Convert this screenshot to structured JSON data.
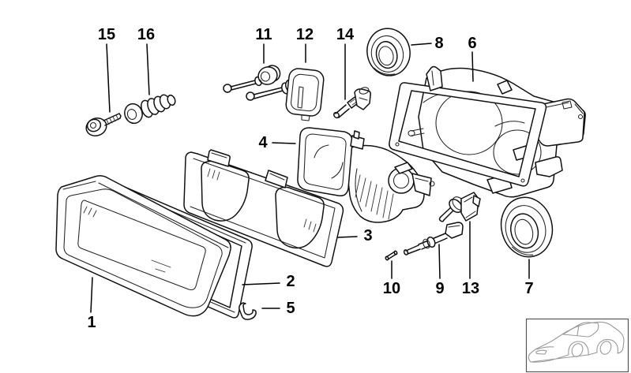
{
  "colors": {
    "background": "#ffffff",
    "line_art": "#111111",
    "leader_line": "#000000",
    "thumbnail_line": "#9a9a9a",
    "thumbnail_border": "#555555"
  },
  "callouts": [
    {
      "part": "1",
      "label": "1"
    },
    {
      "part": "2",
      "label": "2"
    },
    {
      "part": "3",
      "label": "3"
    },
    {
      "part": "4",
      "label": "4"
    },
    {
      "part": "5",
      "label": "5"
    },
    {
      "part": "6",
      "label": "6"
    },
    {
      "part": "7",
      "label": "7"
    },
    {
      "part": "8",
      "label": "8"
    },
    {
      "part": "9",
      "label": "9"
    },
    {
      "part": "10",
      "label": "10"
    },
    {
      "part": "11",
      "label": "11"
    },
    {
      "part": "12",
      "label": "12"
    },
    {
      "part": "13",
      "label": "13"
    },
    {
      "part": "14",
      "label": "14"
    },
    {
      "part": "15",
      "label": "15"
    },
    {
      "part": "16",
      "label": "16"
    }
  ],
  "thumbnail": {
    "icon": "car-coupe-outline-icon"
  }
}
